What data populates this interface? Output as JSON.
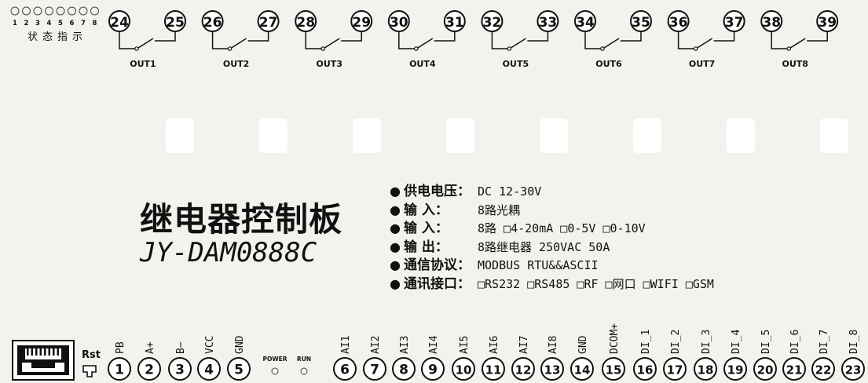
{
  "board": {
    "title": "继电器控制板",
    "model": "JY-DAM0888C",
    "status_label": "状态指示",
    "status_leds": [
      "1",
      "2",
      "3",
      "4",
      "5",
      "6",
      "7",
      "8"
    ],
    "relays": [
      {
        "left": "24",
        "right": "25",
        "label": "OUT1"
      },
      {
        "left": "26",
        "right": "27",
        "label": "OUT2"
      },
      {
        "left": "28",
        "right": "29",
        "label": "OUT3"
      },
      {
        "left": "30",
        "right": "31",
        "label": "OUT4"
      },
      {
        "left": "32",
        "right": "33",
        "label": "OUT5"
      },
      {
        "left": "34",
        "right": "35",
        "label": "OUT6"
      },
      {
        "left": "36",
        "right": "37",
        "label": "OUT7"
      },
      {
        "left": "38",
        "right": "39",
        "label": "OUT8"
      }
    ],
    "specs": [
      {
        "label": "供电电压：",
        "value": "DC 12-30V"
      },
      {
        "label": "输    入：",
        "value": "8路光耦"
      },
      {
        "label": "输    入：",
        "value": "8路 □4-20mA □0-5V □0-10V"
      },
      {
        "label": "输    出：",
        "value": "8路继电器 250VAC 50A"
      },
      {
        "label": "通信协议：",
        "value": "MODBUS RTU&&ASCII"
      },
      {
        "label": "通讯接口：",
        "value": "□RS232 □RS485 □RF □网口  □WIFI  □GSM"
      }
    ],
    "rst_label": "Rst",
    "power_led": "POWER",
    "run_led": "RUN",
    "terminals": [
      {
        "num": "1",
        "label": "PB"
      },
      {
        "num": "2",
        "label": "A+"
      },
      {
        "num": "3",
        "label": "B−"
      },
      {
        "num": "4",
        "label": "VCC"
      },
      {
        "num": "5",
        "label": "GND"
      },
      {
        "num": "6",
        "label": "AI1"
      },
      {
        "num": "7",
        "label": "AI2"
      },
      {
        "num": "8",
        "label": "AI3"
      },
      {
        "num": "9",
        "label": "AI4"
      },
      {
        "num": "10",
        "label": "AI5"
      },
      {
        "num": "11",
        "label": "AI6"
      },
      {
        "num": "12",
        "label": "AI7"
      },
      {
        "num": "13",
        "label": "AI8"
      },
      {
        "num": "14",
        "label": "GND"
      },
      {
        "num": "15",
        "label": "DCOM+"
      },
      {
        "num": "16",
        "label": "DI_1"
      },
      {
        "num": "17",
        "label": "DI_2"
      },
      {
        "num": "18",
        "label": "DI_3"
      },
      {
        "num": "19",
        "label": "DI_4"
      },
      {
        "num": "20",
        "label": "DI_5"
      },
      {
        "num": "21",
        "label": "DI_6"
      },
      {
        "num": "22",
        "label": "DI_7"
      },
      {
        "num": "23",
        "label": "DI_8"
      }
    ]
  }
}
